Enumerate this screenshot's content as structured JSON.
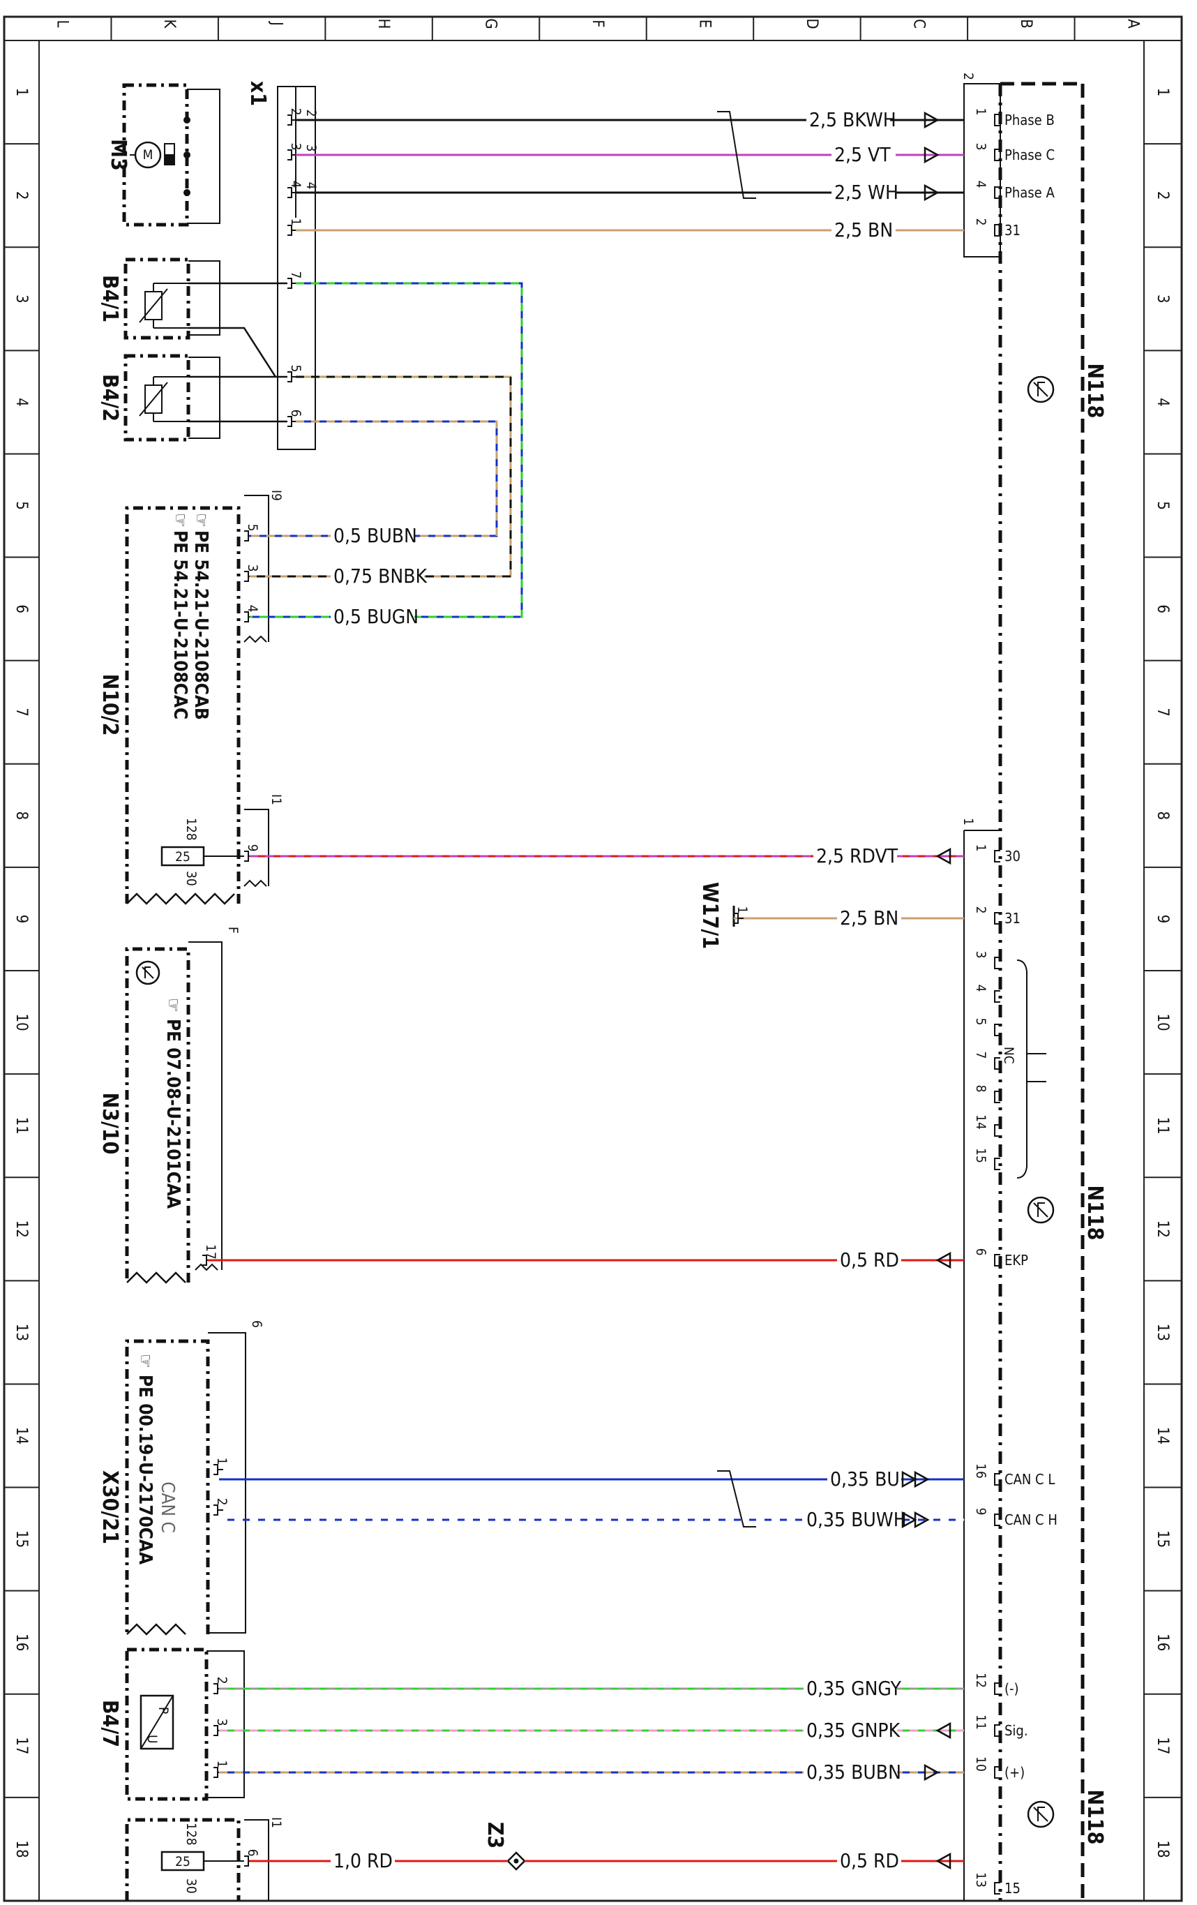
{
  "grid": {
    "columns": [
      "L",
      "K",
      "J",
      "H",
      "G",
      "F",
      "E",
      "D",
      "C",
      "B",
      "A"
    ],
    "rows": [
      "1",
      "2",
      "3",
      "4",
      "5",
      "6",
      "7",
      "8",
      "9",
      "10",
      "11",
      "12",
      "13",
      "14",
      "15",
      "16",
      "17",
      "18"
    ]
  },
  "colors": {
    "BK": "#111111",
    "WH": "#ffffff",
    "VT": "#c040c0",
    "BN": "#c8a070",
    "BU": "#1430c8",
    "GN": "#30d030",
    "RD": "#e01818",
    "GY": "#9a9a9a",
    "PK": "#f0a0c8"
  },
  "components": {
    "M3": "M3",
    "X1": "x1",
    "B4_1": "B4/1",
    "B4_2": "B4/2",
    "N10_2": "N10/2",
    "N10_2_pe1": "PE 54.21-U-2108CAB",
    "N10_2_pe2": "PE 54.21-U-2108CAC",
    "N3_10": "N3/10",
    "N3_10_pe": "PE 07.08-U-2101CAA",
    "X30_21": "X30/21",
    "X30_21_pe": "PE 00.19-U-2170CAA",
    "X30_21_bus": "CAN C",
    "B4_7": "B4/7",
    "N118": "N118",
    "W17_1": "W17/1",
    "Z3": "Z3",
    "fuse_25": "25",
    "fuse_128": "128",
    "fuse_30": "30",
    "conn_2": "2",
    "conn_1": "1",
    "conn_I9": "I9",
    "conn_I1": "I1",
    "conn_F": "F",
    "conn_6": "6",
    "nc_label": "NC"
  },
  "wires": [
    {
      "label": "2,5 BKWH"
    },
    {
      "label": "2,5 VT"
    },
    {
      "label": "2,5 WH"
    },
    {
      "label": "2,5 BN"
    },
    {
      "label": "0,5 BUBN"
    },
    {
      "label": "0,75 BNBK"
    },
    {
      "label": "0,5 BUGN"
    },
    {
      "label": "2,5 RDVT"
    },
    {
      "label": "2,5 BN"
    },
    {
      "label": "0,5 RD"
    },
    {
      "label": "0,35 BU"
    },
    {
      "label": "0,35 BUWH"
    },
    {
      "label": "0,35 GNGY"
    },
    {
      "label": "0,35 GNPK"
    },
    {
      "label": "0,35 BUBN"
    },
    {
      "label": "1,0 RD"
    },
    {
      "label": "0,5 RD"
    }
  ],
  "pins": {
    "n118_top": [
      "1",
      "3",
      "4",
      "2"
    ],
    "n118_top_sig": [
      "Phase B",
      "Phase C",
      "Phase A",
      "31"
    ],
    "n118_mid": [
      "1",
      "2",
      "3",
      "4",
      "5",
      "7",
      "8",
      "14",
      "15",
      "6"
    ],
    "n118_mid_sig": [
      "30",
      "31",
      "EKP"
    ],
    "n118_can": [
      "16",
      "9"
    ],
    "n118_can_sig": [
      "CAN C L",
      "CAN C H"
    ],
    "n118_bot": [
      "12",
      "11",
      "10",
      "13"
    ],
    "n118_bot_sig": [
      "(-)",
      "Sig.",
      "(+)",
      "15"
    ],
    "x1": [
      "2",
      "3",
      "4",
      "1",
      "7",
      "5",
      "6"
    ],
    "x1_inner": [
      "2",
      "3",
      "4"
    ],
    "n10_2": [
      "5",
      "3",
      "4"
    ],
    "n10_2_i1": [
      "9"
    ],
    "n3_10": [
      "17"
    ],
    "x30_21": [
      "1",
      "2"
    ],
    "b4_7": [
      "2",
      "3",
      "1"
    ],
    "fuse2_pin": [
      "6"
    ],
    "w17_1_pin": [
      "1"
    ]
  },
  "b4_7_symbol": {
    "p": "P",
    "u": "U"
  }
}
